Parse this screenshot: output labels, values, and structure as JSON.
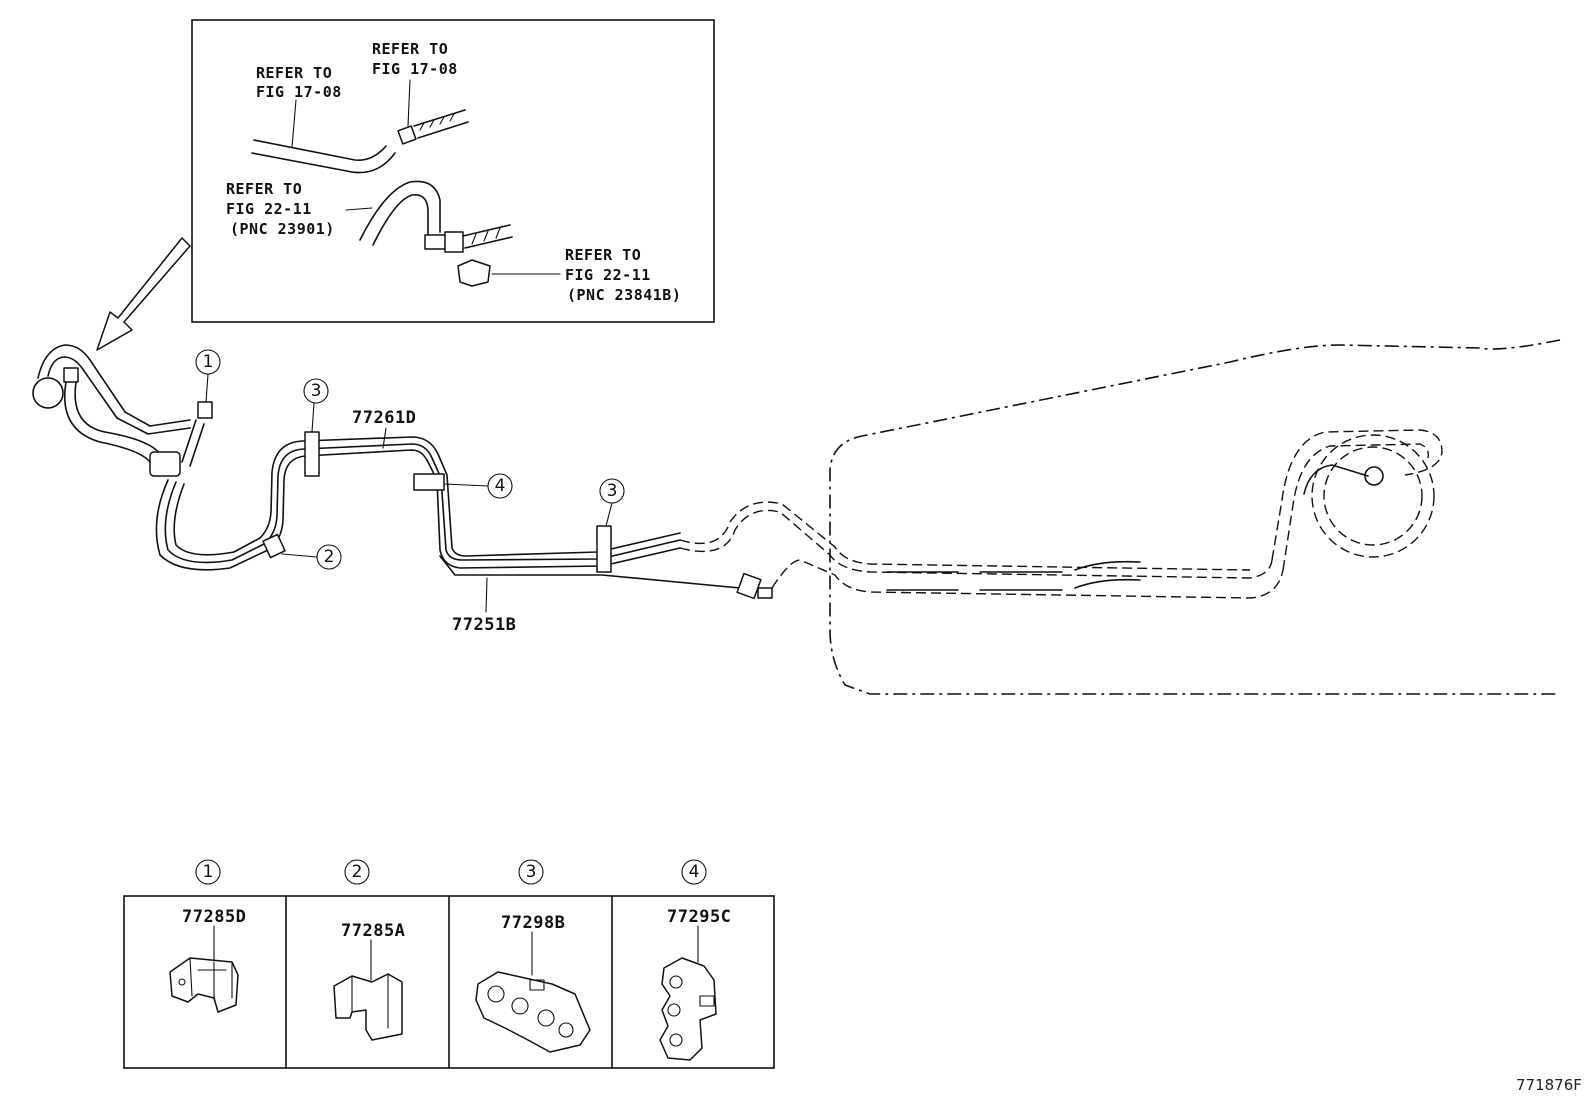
{
  "inset": {
    "refs": [
      {
        "line1": "REFER TO",
        "line2": "FIG 17-08",
        "line3": ""
      },
      {
        "line1": "REFER TO",
        "line2": "FIG 17-08",
        "line3": ""
      },
      {
        "line1": "REFER TO",
        "line2": "FIG 22-11",
        "line3": "(PNC 23901)"
      },
      {
        "line1": "REFER TO",
        "line2": "FIG 22-11",
        "line3": "(PNC 23841B)"
      }
    ]
  },
  "callouts": {
    "c1": "1",
    "c2": "2",
    "c3a": "3",
    "c3b": "3",
    "c4": "4"
  },
  "parts": {
    "tube_upper": "77261D",
    "tube_lower": "77251B"
  },
  "legend": [
    {
      "index": "1",
      "part": "77285D"
    },
    {
      "index": "2",
      "part": "77285A"
    },
    {
      "index": "3",
      "part": "77298B"
    },
    {
      "index": "4",
      "part": "77295C"
    }
  ],
  "figure_id": "771876F"
}
